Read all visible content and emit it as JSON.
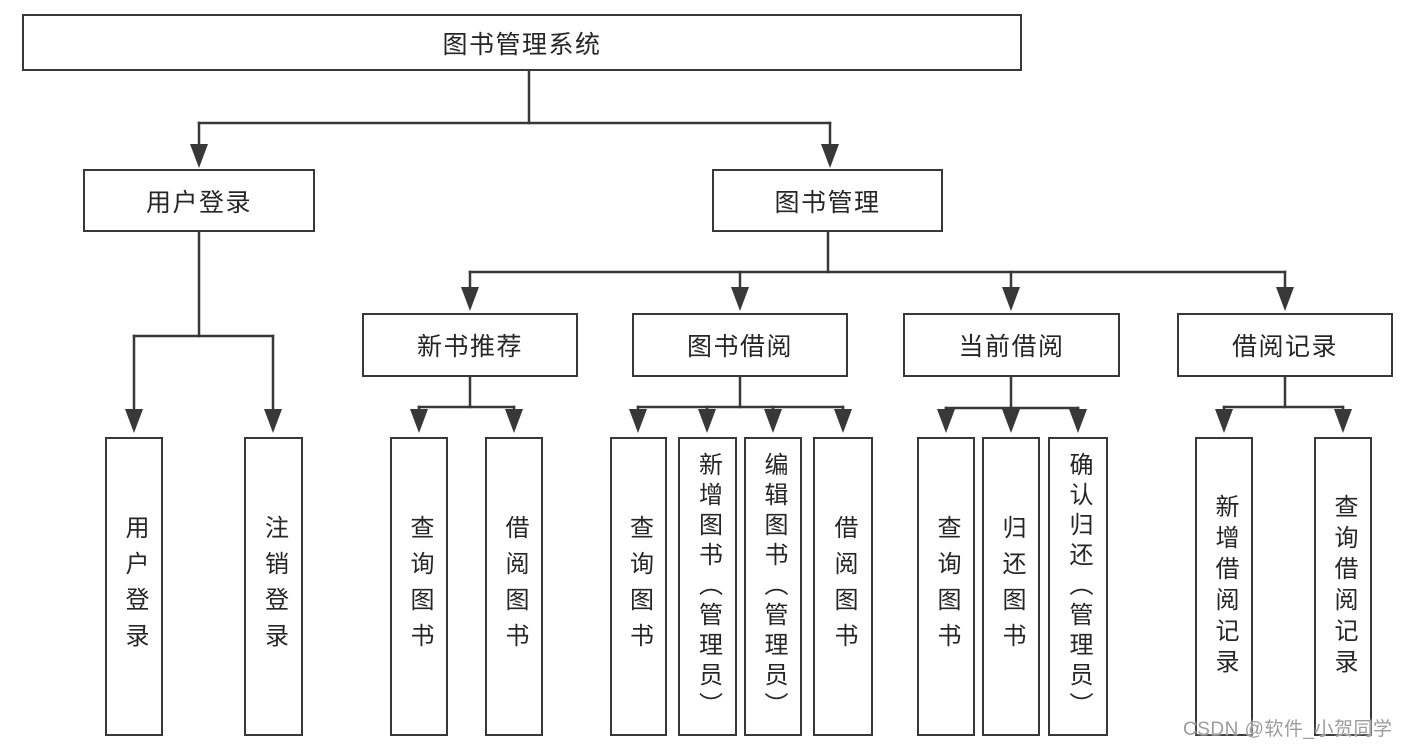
{
  "nodes": {
    "root": {
      "label": "图书管理系统"
    },
    "userLogin": {
      "label": "用户登录"
    },
    "bookManagement": {
      "label": "图书管理"
    },
    "newBookRecommend": {
      "label": "新书推荐"
    },
    "bookBorrow": {
      "label": "图书借阅"
    },
    "currentBorrow": {
      "label": "当前借阅"
    },
    "borrowRecords": {
      "label": "借阅记录"
    },
    "leaves": [
      {
        "label": "用户登录"
      },
      {
        "label": "注销登录"
      },
      {
        "label": "查询图书"
      },
      {
        "label": "借阅图书"
      },
      {
        "label": "查询图书"
      },
      {
        "label": "新增图书（管理员）"
      },
      {
        "label": "编辑图书（管理员）"
      },
      {
        "label": "借阅图书"
      },
      {
        "label": "查询图书"
      },
      {
        "label": "归还图书"
      },
      {
        "label": "确认归还（管理员）"
      },
      {
        "label": "新增借阅记录"
      },
      {
        "label": "查询借阅记录"
      }
    ]
  },
  "watermark": {
    "text": "CSDN @软件_小贺同学"
  },
  "colors": {
    "line": "#383838",
    "text": "#262626",
    "watermark": "#9c9c9c",
    "background": "#ffffff"
  }
}
